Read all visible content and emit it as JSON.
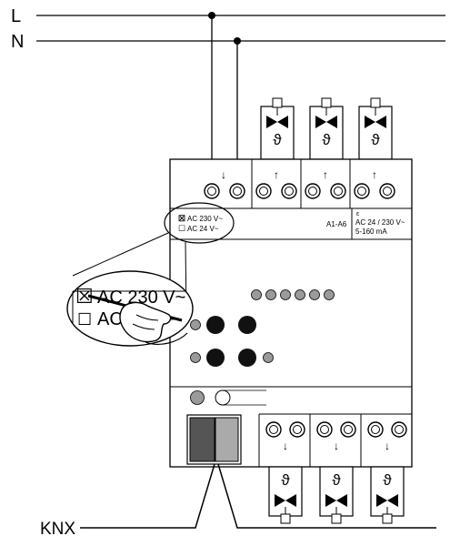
{
  "lines": {
    "l_label": "L",
    "n_label": "N",
    "knx_label": "KNX"
  },
  "device": {
    "supply_label": "↓",
    "output_arrow_up": "↑",
    "output_arrow_down": "↓",
    "voltage_option_230": "AC 230 V~",
    "voltage_option_24": "AC 24 V~",
    "channel_range": "A1-A6",
    "epsilon_symbol": "ε",
    "rating_line1": "AC 24 / 230 V~",
    "rating_line2": "5-160 mA"
  },
  "zoom": {
    "option_230": "AC 230 V~",
    "option_24": "AC 24 V~"
  },
  "valve": {
    "symbol": "ϑ"
  },
  "colors": {
    "stroke": "#000000",
    "device_fill": "#ffffff",
    "led_grey": "#9a9a9a",
    "button_black": "#111111",
    "connector_dark": "#555555",
    "connector_light": "#aaaaaa"
  }
}
